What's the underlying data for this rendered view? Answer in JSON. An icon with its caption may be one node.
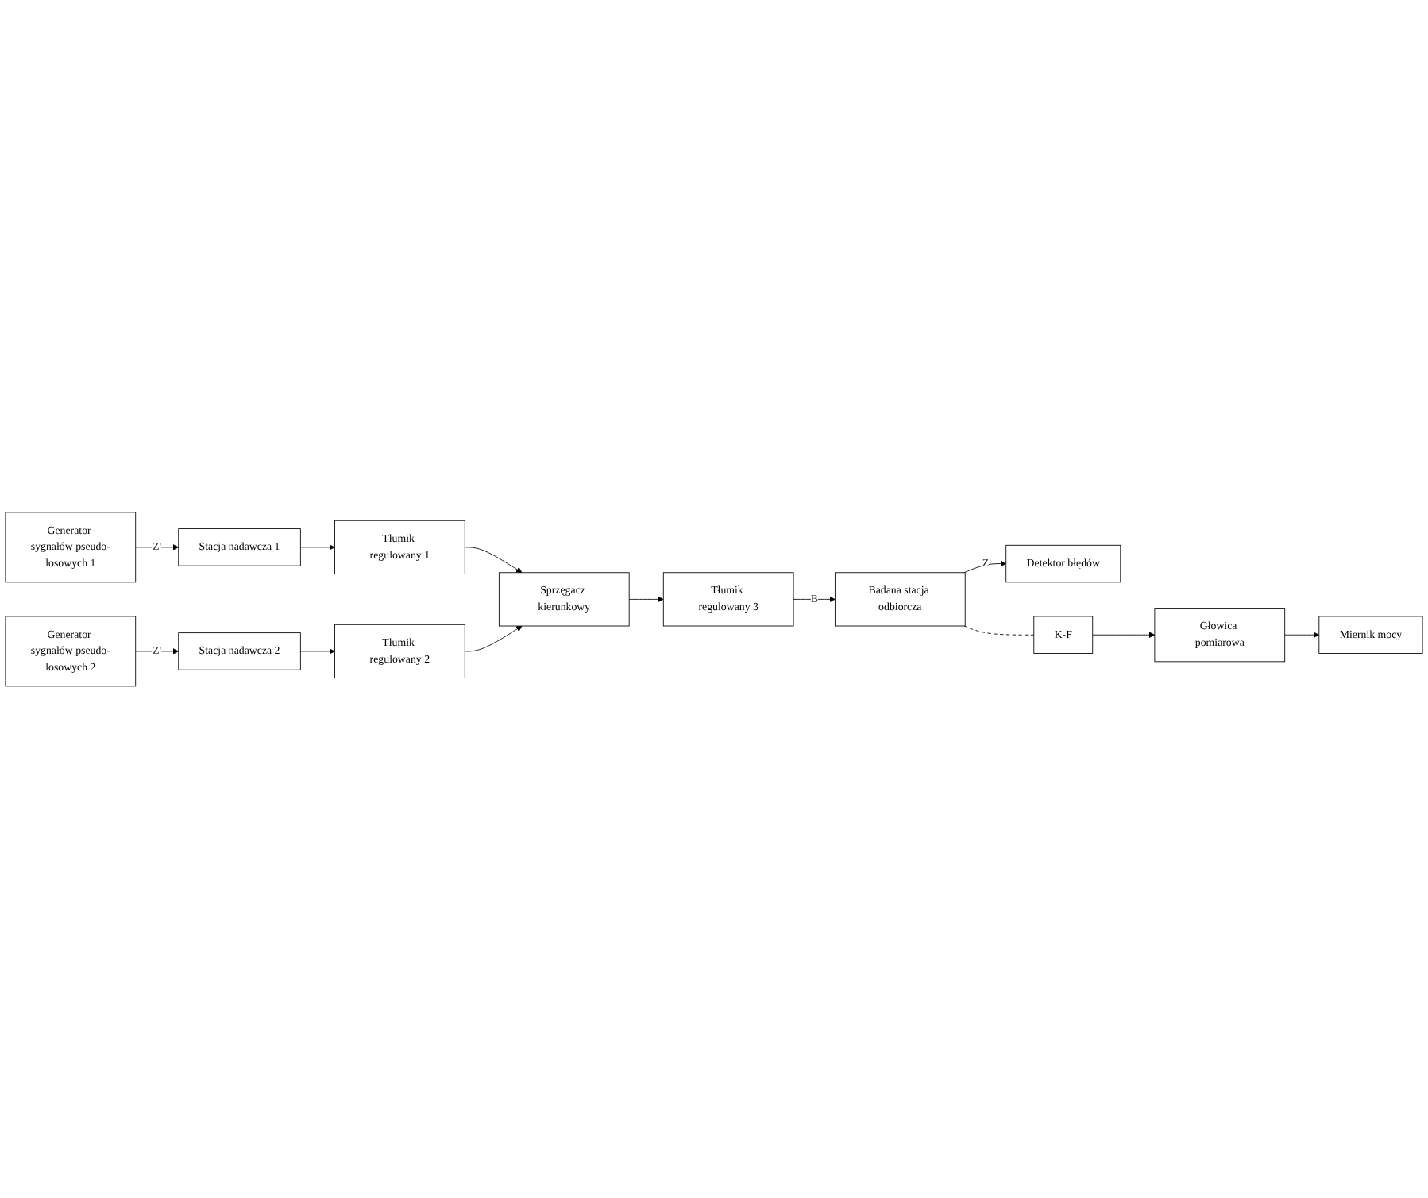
{
  "diagram": {
    "nodes": [
      {
        "text": [
          "Generator sygnałów pseudo-losowych 1"
        ]
      },
      {
        "text": [
          "Stacja nadawcza 1"
        ]
      },
      {
        "text": [
          "Tłumik regulowany 1"
        ]
      },
      {
        "text": [
          "Sprzęgacz kierunkowy"
        ]
      },
      {
        "text": [
          "Tłumik regulowany 3"
        ]
      },
      {
        "text": [
          "Badana stacja odbiorcza"
        ]
      },
      {
        "text": [
          "Detektor błędów"
        ]
      },
      {
        "text": [
          "Stacja nadawcza 2"
        ]
      },
      {
        "text": [
          "Tłumik regulowany 2"
        ]
      },
      {
        "text": [
          "Generator sygnałów pseudo-losowych 2"
        ]
      },
      {
        "text": [
          "K-F"
        ]
      },
      {
        "text": [
          "Głowica pomiarowa"
        ]
      },
      {
        "text": [
          "Miernik mocy"
        ]
      }
    ],
    "edges": [
      {
        "from": 0,
        "to": 1,
        "arrow": "to",
        "label": "Z'"
      },
      {
        "from": 1,
        "to": 2,
        "arrow": "to"
      },
      {
        "from": 2,
        "to": 3,
        "arrow": "to"
      },
      {
        "from": 7,
        "to": 8,
        "arrow": "to"
      },
      {
        "from": 8,
        "to": 3,
        "arrow": "to"
      },
      {
        "from": 9,
        "to": 7,
        "arrow": "to",
        "label": "Z'"
      },
      {
        "from": 3,
        "to": 4,
        "arrow": "to"
      },
      {
        "from": 4,
        "to": 5,
        "arrow": "to",
        "label": "B"
      },
      {
        "from": 5,
        "to": 6,
        "arrow": "to",
        "label": "Z"
      },
      {
        "from": 5,
        "to": 10,
        "arrow": "none",
        "style": "dashed"
      },
      {
        "from": 10,
        "to": 11,
        "arrow": "to"
      },
      {
        "from": 11,
        "to": 12,
        "arrow": "to"
      }
    ]
  }
}
